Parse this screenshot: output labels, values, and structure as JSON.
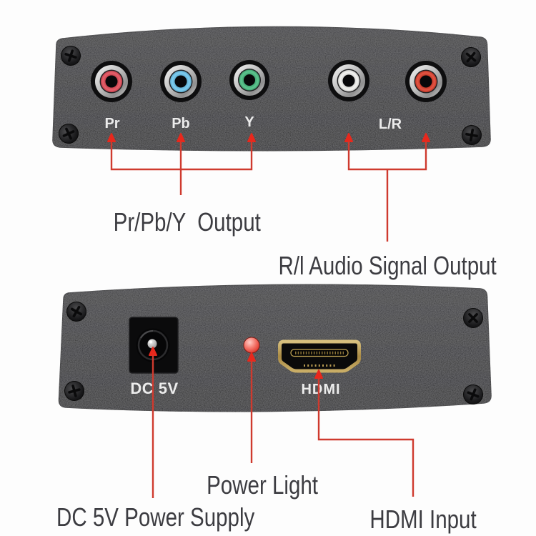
{
  "top_panel": {
    "jacks": [
      {
        "id": "pr",
        "label": "Pr",
        "color": "#e34b58"
      },
      {
        "id": "pb",
        "label": "Pb",
        "color": "#6cc6ee"
      },
      {
        "id": "y",
        "label": "Y",
        "color": "#49bd81"
      },
      {
        "id": "audio-l",
        "label": "",
        "color": "#f2f2ef"
      },
      {
        "id": "audio-r",
        "label": "",
        "color": "#df3e2b"
      }
    ],
    "lr_label": "L/R"
  },
  "bottom_panel": {
    "dc_label": "DC 5V",
    "hdmi_label": "HDMI"
  },
  "annotations": {
    "component_output": "Pr/Pb/Y  Output",
    "audio_output": "R/l Audio Signal Output",
    "power_light": "Power Light",
    "power_supply": "DC 5V Power Supply",
    "hdmi_input": "HDMI Input"
  },
  "colors": {
    "annotation_text": "#3c3c41",
    "callout_line_red": "#cf3a2e",
    "arrowhead_red": "#e8281c",
    "panel_black": "#28282a",
    "panel_label_white": "#ececec",
    "hdmi_gold": "#b4954e",
    "led_red": "#e8453a"
  }
}
